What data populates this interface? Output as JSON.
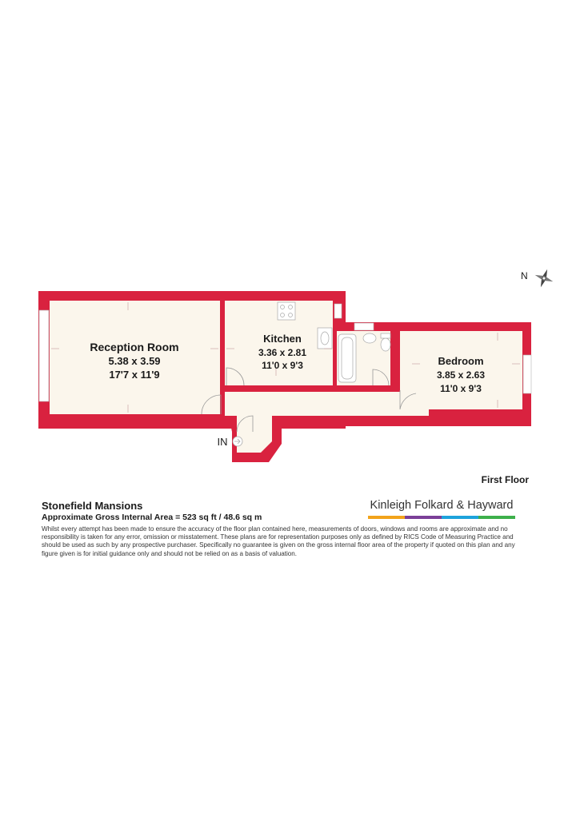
{
  "rooms": [
    {
      "name": "Reception Room",
      "metric": "5.38 x 3.59",
      "imperial": "17'7 x 11'9"
    },
    {
      "name": "Kitchen",
      "metric": "3.36 x 2.81",
      "imperial": "11'0 x 9'3"
    },
    {
      "name": "Bedroom",
      "metric": "3.85 x 2.63",
      "imperial": "11'0 x 9'3"
    }
  ],
  "entrance_label": "IN",
  "compass_label": "N",
  "floor_label": "First Floor",
  "building_name": "Stonefield Mansions",
  "area_line": "Approximate Gross Internal Area = 523 sq ft / 48.6 sq m",
  "disclaimer": "Whilst every attempt has been made to ensure the accuracy of the floor plan contained here, measurements of doors, windows and rooms are approximate and no responsibility is taken for any error, omission or misstatement. These plans are for representation purposes only as defined by RICS Code of Measuring Practice and should be used as such by any prospective purchaser. Specifically no guarantee is given on the gross internal floor area of the property if quoted on this plan and any figure given is for initial guidance only and should not be relied on as a basis of valuation.",
  "agent_name": "Kinleigh Folkard & Hayward",
  "colors": {
    "wall": "#d9223f",
    "floor": "#fbf6ec",
    "logo_bar": [
      "#f2a31b",
      "#7b3f98",
      "#1ea3dc",
      "#3db04b"
    ]
  }
}
